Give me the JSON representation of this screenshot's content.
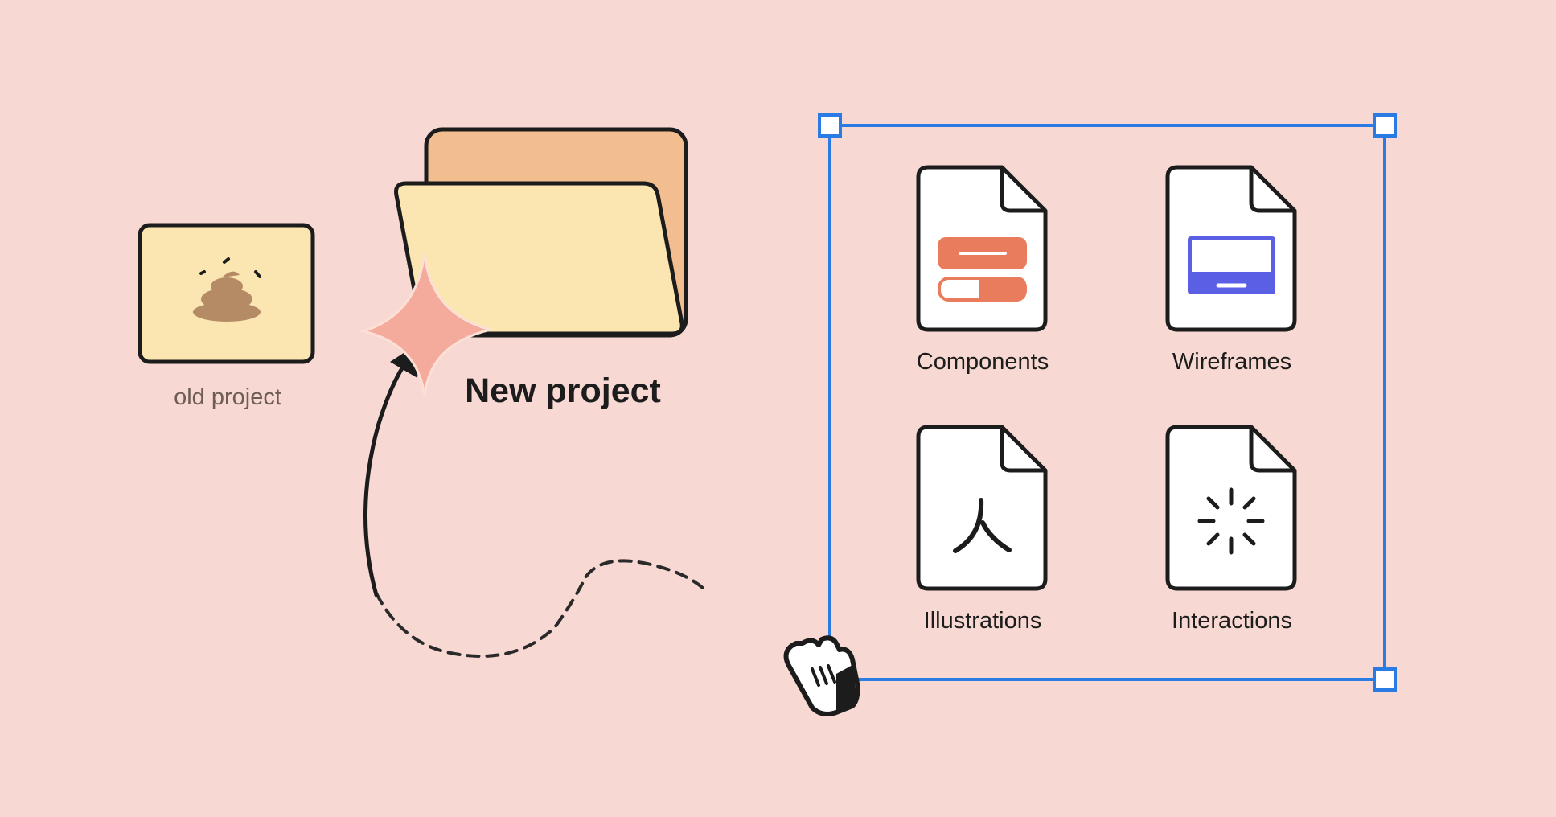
{
  "canvas": {
    "background": "#f8d8d2"
  },
  "old_project": {
    "label": "old project",
    "icon": "poop-icon",
    "color": "#fbe6b1"
  },
  "new_project": {
    "label": "New project",
    "icon": "folder-icon",
    "folder_back_color": "#f2be8f",
    "folder_front_color": "#fbe6b1",
    "sparkle_color": "#f5ab9b"
  },
  "selection": {
    "color": "#2a7be4",
    "items": [
      {
        "label": "Components",
        "icon": "components-file-icon",
        "accent": "#e97c5c"
      },
      {
        "label": "Wireframes",
        "icon": "wireframes-file-icon",
        "accent": "#5b5fe3"
      },
      {
        "label": "Illustrations",
        "icon": "illustrations-file-icon",
        "accent": "#1c1c1c"
      },
      {
        "label": "Interactions",
        "icon": "interactions-file-icon",
        "accent": "#1c1c1c"
      }
    ]
  },
  "cursor": {
    "icon": "grab-hand-cursor-icon"
  }
}
